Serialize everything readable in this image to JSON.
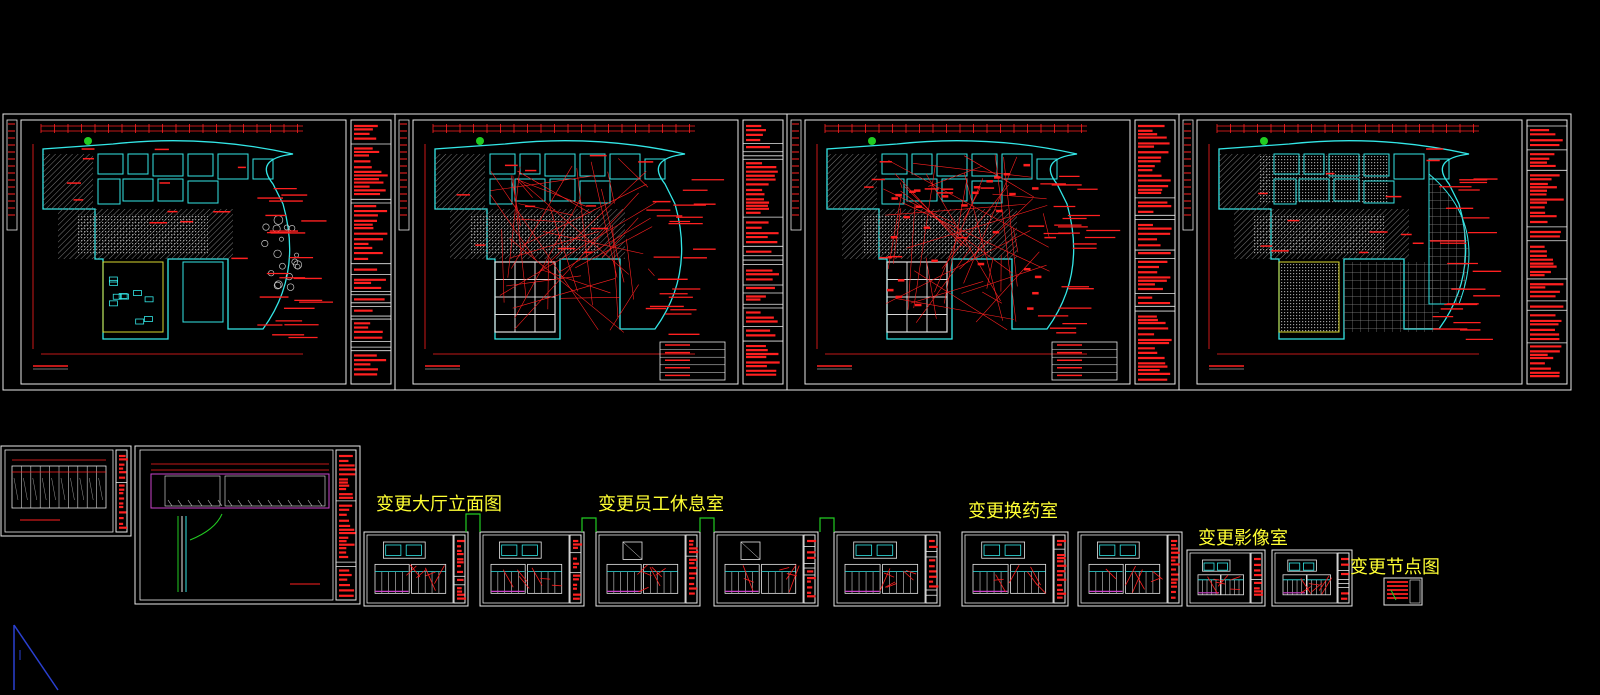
{
  "app": {
    "background_color": "#000000",
    "colors": {
      "sheet_frame": "#e8e8e8",
      "wall": "#33e6e6",
      "annotation": "#ff2020",
      "hatch": "#7a7a7a",
      "label_text": "#ffff33",
      "accent_green": "#22cc22",
      "ucs_icon": "#2a40d0"
    }
  },
  "model_space": {
    "floor_plans": [
      {
        "id": "plan-1"
      },
      {
        "id": "plan-2"
      },
      {
        "id": "plan-3"
      },
      {
        "id": "plan-4"
      }
    ],
    "elevation_groups": [
      {
        "label": "变更大厅立面图"
      },
      {
        "label": "变更员工休息室"
      },
      {
        "label": "变更换药室"
      },
      {
        "label": "变更影像室"
      },
      {
        "label": "变更节点图"
      }
    ],
    "ucs_icon": "ucs-axis-icon"
  }
}
